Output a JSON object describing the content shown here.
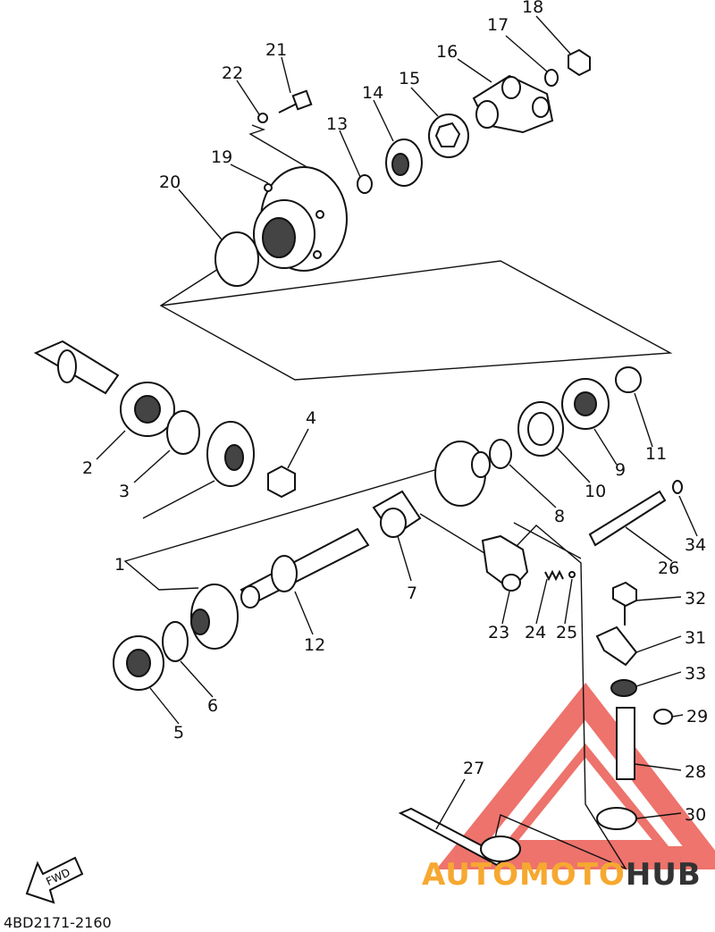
{
  "diagram": {
    "code": "4BD2171-2160",
    "fwd_label": "FWD",
    "watermark": {
      "text_a": "AUTOMOTO",
      "text_b": "HUB",
      "color_a": "#f6a830",
      "color_b": "#333333",
      "triangle_color": "#e8453c"
    },
    "callouts": [
      "1",
      "2",
      "3",
      "4",
      "5",
      "6",
      "7",
      "8",
      "9",
      "10",
      "11",
      "12",
      "13",
      "14",
      "15",
      "16",
      "17",
      "18",
      "19",
      "20",
      "21",
      "22",
      "23",
      "24",
      "25",
      "26",
      "27",
      "28",
      "29",
      "30",
      "31",
      "32",
      "33",
      "34"
    ]
  }
}
